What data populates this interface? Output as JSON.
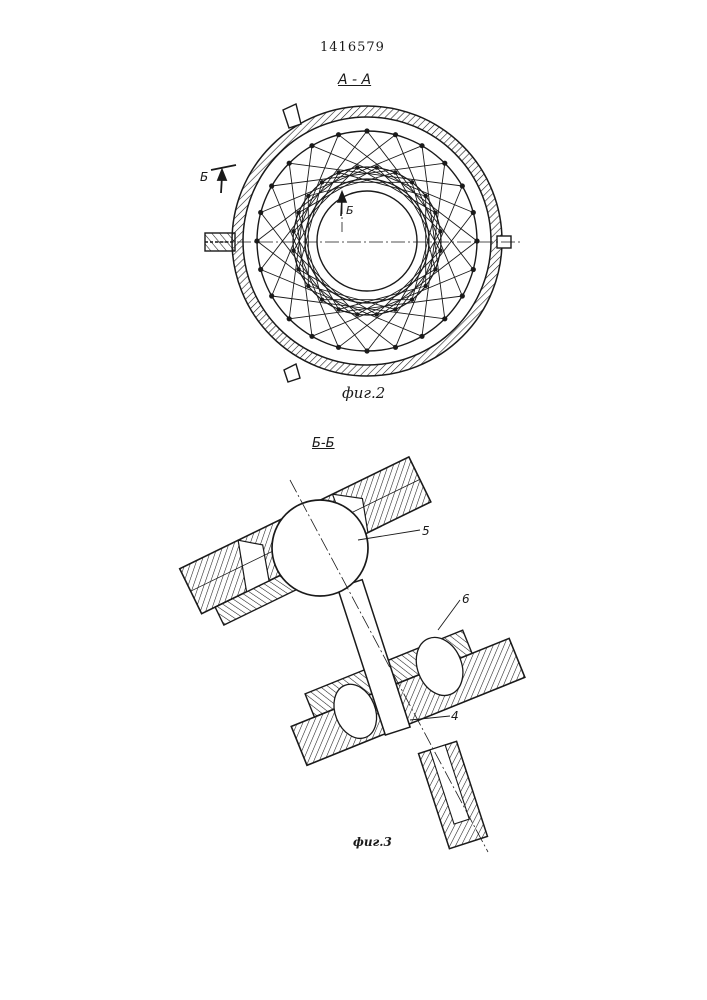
{
  "document": {
    "patent_number": "1416579",
    "section_aa_label": "А - А",
    "figure2_caption": "фиг.2",
    "section_bb_label": "Б-Б",
    "figure3_caption": "фиг.3"
  },
  "figure2": {
    "section_marker_left": "Б",
    "section_marker_inner": "Б"
  },
  "figure3": {
    "callout_5": "5",
    "callout_6": "6",
    "callout_4": "4"
  }
}
